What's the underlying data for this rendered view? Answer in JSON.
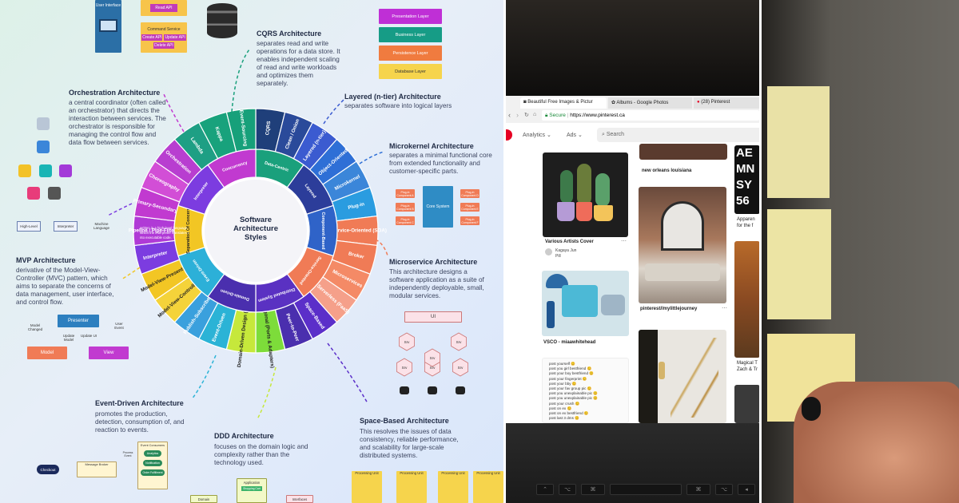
{
  "wheel": {
    "center_title": "Software Architecture Styles",
    "outer": [
      "CQRS",
      "Clean / Onion",
      "Layered (n-tier)",
      "Object-Oriented",
      "Microkernel",
      "Plug-in",
      "Service-Oriented (SOA)",
      "Broker",
      "Microservices",
      "Serverless (FaaS)",
      "Space-Based",
      "Peer-to-Peer",
      "Hexagonal (Ports & Adapters)",
      "Domain-Driven Design (DDD)",
      "Event-Driven",
      "Publish-Subscribe",
      "Model-View-Controller",
      "Model-View-Presenter",
      "Interpreter",
      "Pipeline / Pipe-Filter",
      "Primary-Secondary",
      "Choreography",
      "Orchestration",
      "Lambda",
      "Kappa",
      "Event-Sourcing"
    ],
    "inner": [
      "Data-Centric",
      "Layered",
      "Component-Based",
      "Service-Oriented",
      "Distributed System",
      "Domain-Driven",
      "Event-Driven",
      "Separation Of Concern",
      "Interpreter",
      "Concurrency"
    ],
    "interpreter_note": "written in a high-level language, which the interpreter translates into executable code."
  },
  "legend": [
    "Presentation Layer",
    "Business Layer",
    "Persistence Layer",
    "Database Layer"
  ],
  "sections": {
    "cqrs": {
      "title": "CQRS Architecture",
      "desc": "separates read and write operations for a data store. It enables independent scaling of read and write workloads and optimizes them separately."
    },
    "orchestration": {
      "title": "Orchestration Architecture",
      "desc": "a central coordinator (often called an orchestrator) that directs the interaction between services. The orchestrator is responsible for managing the control flow and data flow between services."
    },
    "layered": {
      "title": "Layered (n-tier) Architecture",
      "desc": "separates software into logical layers"
    },
    "microkernel": {
      "title": "Microkernel Architecture",
      "desc": "separates a minimal functional core from extended functionality and customer-specific parts."
    },
    "microservice": {
      "title": "Microservice Architecture",
      "desc": "This architecture designs a software application as a suite of independently deployable, small, modular services."
    },
    "mvp": {
      "title": "MVP Architecture",
      "desc": "derivative of the Model-View-Controller (MVC) pattern, which aims to separate the concerns of data management, user interface, and control flow."
    },
    "event_driven": {
      "title": "Event-Driven Architecture",
      "desc": "promotes the production, detection, consumption of, and reaction to events."
    },
    "ddd": {
      "title": "DDD Architecture",
      "desc": "focuses on the domain logic and complexity rather than the technology used."
    },
    "space_based": {
      "title": "Space-Based Architecture",
      "desc": "This resolves the issues of data consistency, reliable performance, and scalability for large-scale distributed systems."
    }
  },
  "cqrs_diagram": {
    "ui": "User Interface",
    "read_api": "Read API",
    "command_service": "Command Service",
    "create": "Create API",
    "update": "Update API",
    "delete": "Delete API"
  },
  "interp_flow": [
    "High-Level",
    "Interpreter",
    "Machine Language"
  ],
  "mvp_diagram": {
    "presenter": "Presenter",
    "model": "Model",
    "view": "View",
    "model_changed": "Model Changed",
    "update_model": "Update Model",
    "update_ui": "Update UI",
    "user_event": "User Event"
  },
  "microkernel_diagram": {
    "core": "Core System",
    "plugin_a": "Plug-in Component A",
    "plugin_b": "Plug-in Component B",
    "plugin_c": "Plug-in Component C",
    "plugin_d": "Plug-in Component D",
    "plugin_e": "Plug-in Component E",
    "plugin_f": "Plug-in Component F"
  },
  "micro_diagram": {
    "ui": "UI",
    "svc": "Srv"
  },
  "ed_diagram": {
    "checkout": "Checkout",
    "broker": "Message Broker",
    "consumers": "Event Consumers",
    "process": "Process Event",
    "c1": "Analytics",
    "c2": "Notification",
    "c3": "Order Fulfillment"
  },
  "ddd_diagram": {
    "app": "Application",
    "domain": "Domain",
    "interfaces": "Interfaces",
    "s1": "Shopping Cart"
  },
  "space_units": [
    "Processing Unit",
    "Processing Unit",
    "Processing Unit",
    "Processing Unit"
  ],
  "browser": {
    "tabs": [
      "Beautiful Free Images & Pictur",
      "Albums - Google Photos",
      "(28) Pinterest"
    ],
    "secure": "Secure",
    "url": "https://www.pinterest.ca",
    "nav": [
      "Analytics",
      "Ads"
    ],
    "search": "Search",
    "pins": {
      "p1_title": "Various Artists Cover",
      "p1_user": "Kagaya Jun",
      "p1_sub": "Pill",
      "p2_title": "new orleans louisiana",
      "p3_title": "VSCO - miaawhitehead",
      "p4_title": "pinterest//mylittlejourney",
      "p5_title": "Apparen",
      "p5_sub": "for the f",
      "p6_title": "Magical T",
      "p6_sub": "Zach & Tr",
      "chat": [
        "post yourself",
        "post you girl bestfriend",
        "post your boy bestfriend",
        "post your fingerprint",
        "post your bby",
        "post your fav group pic",
        "post you unexplainable pic",
        "post you unexplainable pic",
        "post your crush",
        "post on ex",
        "post on ex bestfriend",
        "post last 3 dms"
      ],
      "big_letters": [
        "AE",
        "MN",
        "SY",
        "56"
      ]
    }
  },
  "colors": {
    "purple": "#7c3ce0",
    "pink": "#c13ad0",
    "blue": "#3b86d9",
    "orange": "#f07b56",
    "lime": "#c6e83b",
    "teal": "#1ea0a4",
    "navy": "#2f2e85",
    "green": "#18a27c"
  }
}
